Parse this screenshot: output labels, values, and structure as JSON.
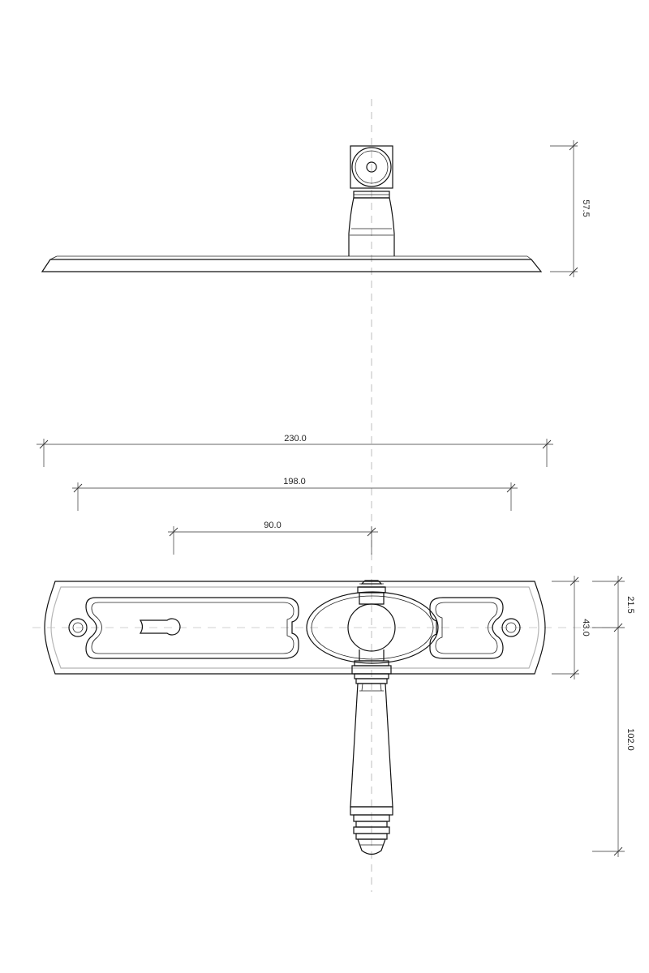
{
  "dimensions": {
    "side_height": "57.5",
    "overall_width": "230.0",
    "hole_spacing": "198.0",
    "backset": "90.0",
    "plate_height": "43.0",
    "spindle_offset": "21.5",
    "handle_projection": "102.0"
  }
}
